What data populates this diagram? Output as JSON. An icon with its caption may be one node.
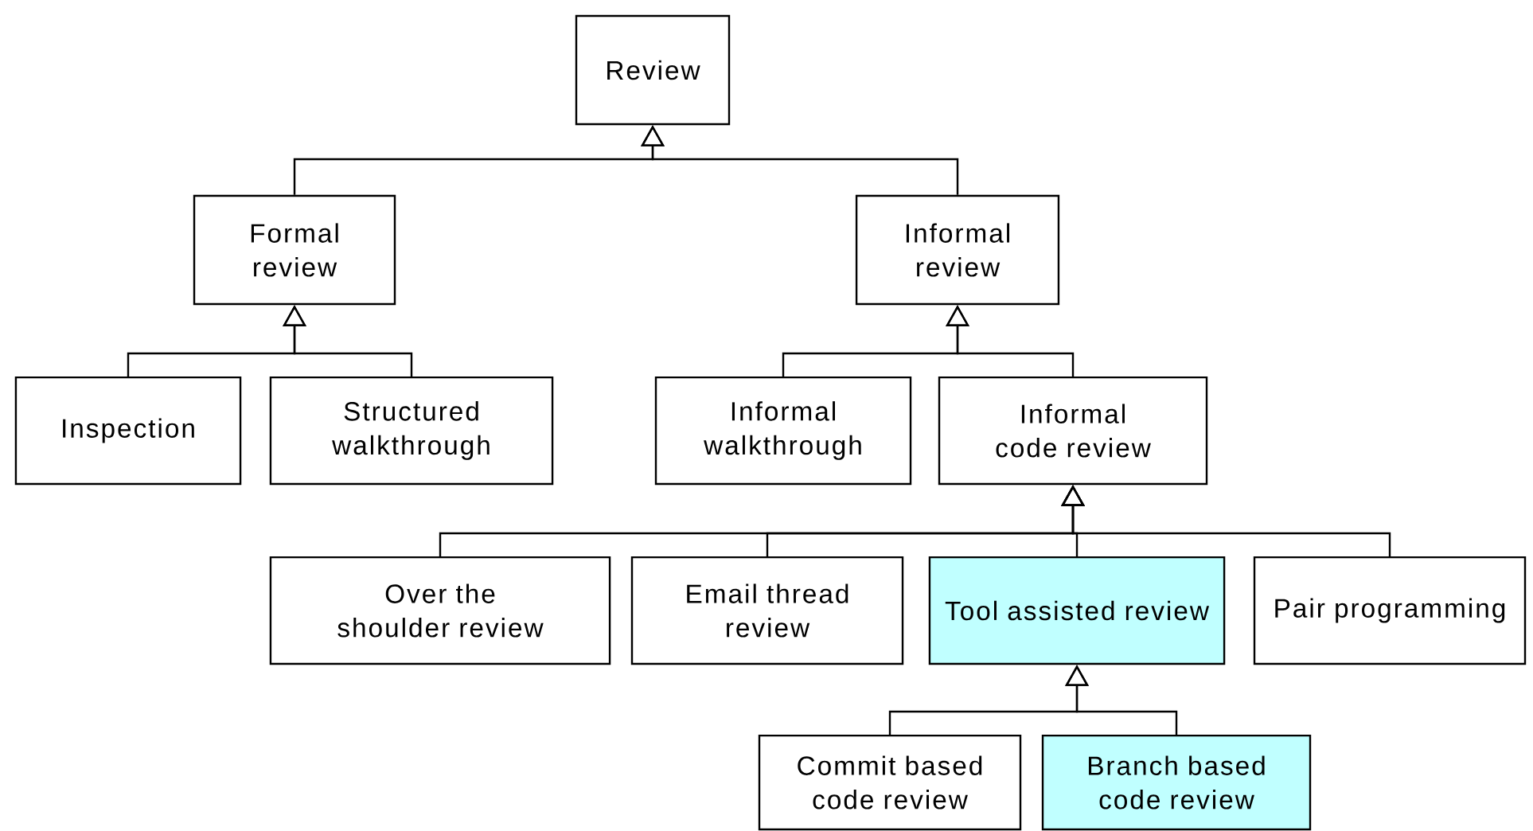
{
  "diagram": {
    "nodes": [
      {
        "text": [
          "Review"
        ]
      },
      {
        "text": [
          "Formal review"
        ]
      },
      {
        "text": [
          "Informal review"
        ]
      },
      {
        "text": [
          "Inspection"
        ]
      },
      {
        "text": [
          "Structured walkthrough"
        ]
      },
      {
        "text": [
          "Informal walkthrough"
        ]
      },
      {
        "text": [
          "Informal code review"
        ]
      },
      {
        "text": [
          "Over the shoulder review"
        ]
      },
      {
        "text": [
          "Email thread review"
        ]
      },
      {
        "text": [
          "Tool assisted review"
        ]
      },
      {
        "text": [
          "Pair programming"
        ]
      },
      {
        "text": [
          "Commit based code review"
        ]
      },
      {
        "text": [
          "Branch based code review"
        ]
      }
    ],
    "edges": [
      {
        "from": 1,
        "to": 0,
        "arrow": "to"
      },
      {
        "from": 2,
        "to": 0,
        "arrow": "to"
      },
      {
        "from": 3,
        "to": 1,
        "arrow": "to"
      },
      {
        "from": 4,
        "to": 1,
        "arrow": "to"
      },
      {
        "from": 5,
        "to": 2,
        "arrow": "to"
      },
      {
        "from": 6,
        "to": 2,
        "arrow": "to"
      },
      {
        "from": 7,
        "to": 6,
        "arrow": "to"
      },
      {
        "from": 8,
        "to": 6,
        "arrow": "to"
      },
      {
        "from": 9,
        "to": 6,
        "arrow": "to"
      },
      {
        "from": 10,
        "to": 6,
        "arrow": "to"
      },
      {
        "from": 11,
        "to": 9,
        "arrow": "to"
      },
      {
        "from": 12,
        "to": 9,
        "arrow": "to"
      }
    ]
  }
}
